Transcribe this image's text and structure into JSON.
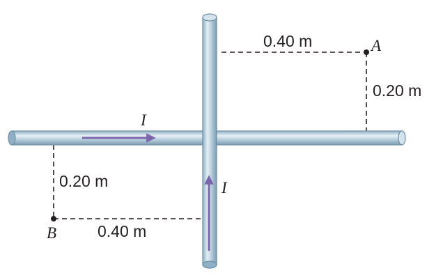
{
  "wires": {
    "horizontal": {
      "current_label": "I"
    },
    "vertical": {
      "current_label": "I"
    }
  },
  "points": {
    "a": {
      "label": "A"
    },
    "b": {
      "label": "B"
    }
  },
  "dimensions": {
    "a_horizontal": "0.40 m",
    "a_vertical": "0.20 m",
    "b_horizontal": "0.40 m",
    "b_vertical": "0.20 m"
  },
  "colors": {
    "wire_body": "#a9c3d3",
    "wire_highlight": "#e6f0f6",
    "wire_shadow": "#7c9cb1",
    "current_arrow": "#7d67ac",
    "ink": "#231f20"
  }
}
